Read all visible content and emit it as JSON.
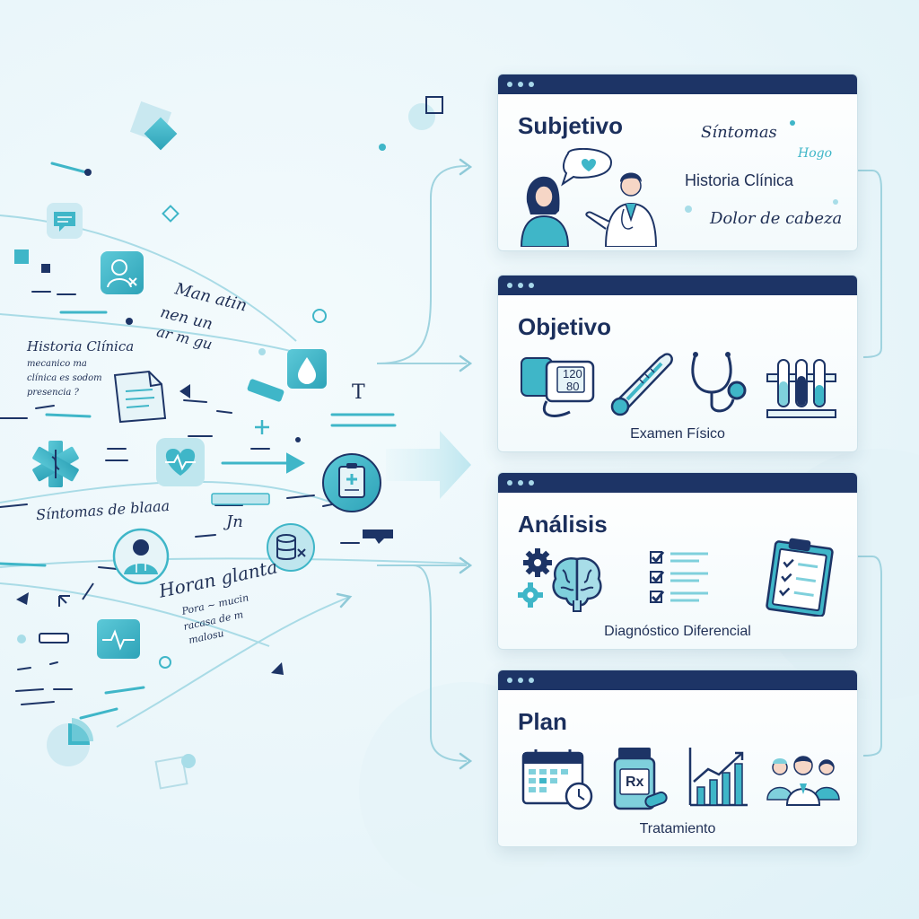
{
  "cards": [
    {
      "title": "Subjetivo",
      "notes": [
        "Síntomas",
        "Hogo",
        "Historia Clínica",
        "Dolor de cabeza"
      ]
    },
    {
      "title": "Objetivo",
      "bp_values": [
        "120",
        "80"
      ],
      "caption": "Examen Físico"
    },
    {
      "title": "Análisis",
      "caption": "Diagnóstico Diferencial"
    },
    {
      "title": "Plan",
      "rx_label": "Rx",
      "caption": "Tratamiento"
    }
  ],
  "scribbles": {
    "historia": "Historia Clínica",
    "historia_lines": [
      "mecanico ma",
      "clínica es sodom",
      "presencia ?"
    ],
    "man_atin": [
      "Man atin",
      "nen un",
      "ar m gu"
    ],
    "sintomas": "Síntomas de blaaa",
    "horan": "Horan glanta",
    "horan_lines": [
      "Pora ~ mucin",
      "racasa de m",
      "malosu"
    ],
    "jn": "Jn",
    "t_mark": "T"
  },
  "colors": {
    "navy": "#1d3466",
    "teal": "#3fb6c8",
    "teal_light": "#a8dde8",
    "card_bg": "#f3fafc"
  },
  "icons": [
    "chat-bubble-icon",
    "user-profile-icon",
    "document-icon",
    "medical-star-of-life-icon",
    "heart-monitor-icon",
    "doctor-avatar-icon",
    "ecg-icon",
    "pie-chart-icon",
    "water-drop-icon",
    "database-icon",
    "clipboard-medical-icon",
    "thermometer-icon",
    "stethoscope-icon",
    "test-tubes-icon",
    "blood-pressure-monitor-icon",
    "gears-icon",
    "brain-icon",
    "checklist-icon",
    "clipboard-check-icon",
    "calendar-icon",
    "pill-bottle-icon",
    "growth-chart-icon",
    "medical-team-icon"
  ]
}
